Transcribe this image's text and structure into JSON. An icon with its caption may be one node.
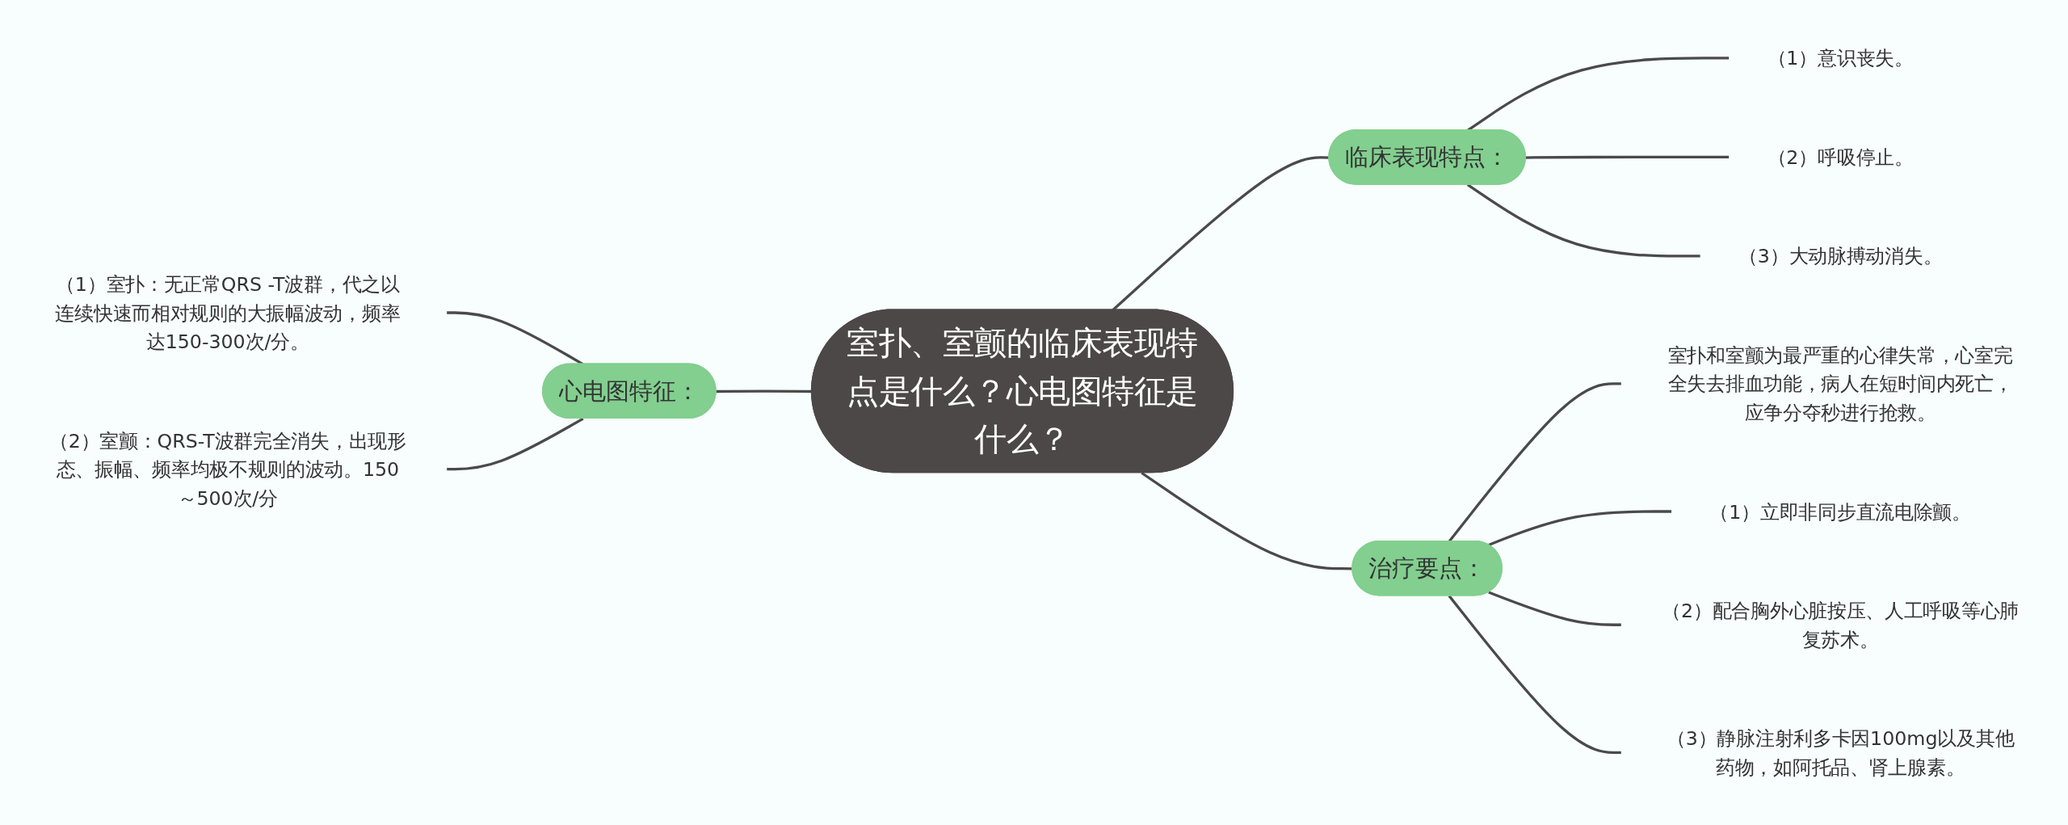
{
  "diagram": {
    "nodes": [
      {
        "text": [
          "室扑、室颤的临床表现特点是什么？心电图特征是什么？"
        ]
      },
      {
        "text": [
          "临床表现特点："
        ]
      },
      {
        "text": [
          "（1）意识丧失。"
        ]
      },
      {
        "text": [
          "（2）呼吸停止。"
        ]
      },
      {
        "text": [
          "（3）大动脉搏动消失。"
        ]
      },
      {
        "text": [
          "治疗要点："
        ]
      },
      {
        "text": [
          "室扑和室颤为最严重的心律失常，心室完全失去排血功能，病人在短时间内死亡，应争分夺秒进行抢救。"
        ]
      },
      {
        "text": [
          "（1）立即非同步直流电除颤。"
        ]
      },
      {
        "text": [
          "（2）配合胸外心脏按压、人工呼吸等心肺复苏术。"
        ]
      },
      {
        "text": [
          "（3）静脉注射利多卡因100mg以及其他药物，如阿托品、肾上腺素。"
        ]
      },
      {
        "text": [
          "心电图特征："
        ]
      },
      {
        "text": [
          "（1）室扑：无正常QRS -T波群，代之以连续快速而相对规则的大振幅波动，频率达150-300次/分。"
        ]
      },
      {
        "text": [
          "（2）室颤：QRS-T波群完全消失，出现形态、振幅、频率均极不规则的波动。150～500次/分"
        ]
      }
    ],
    "edges": [
      {
        "from": 0,
        "to": 1,
        "arrow": "none"
      },
      {
        "from": 1,
        "to": 2,
        "arrow": "none"
      },
      {
        "from": 1,
        "to": 3,
        "arrow": "none"
      },
      {
        "from": 1,
        "to": 4,
        "arrow": "none"
      },
      {
        "from": 0,
        "to": 5,
        "arrow": "none"
      },
      {
        "from": 5,
        "to": 6,
        "arrow": "none"
      },
      {
        "from": 5,
        "to": 7,
        "arrow": "none"
      },
      {
        "from": 5,
        "to": 8,
        "arrow": "none"
      },
      {
        "from": 5,
        "to": 9,
        "arrow": "none"
      },
      {
        "from": 10,
        "to": 0,
        "arrow": "none"
      },
      {
        "from": 11,
        "to": 10,
        "arrow": "none"
      },
      {
        "from": 12,
        "to": 10,
        "arrow": "none"
      }
    ]
  }
}
